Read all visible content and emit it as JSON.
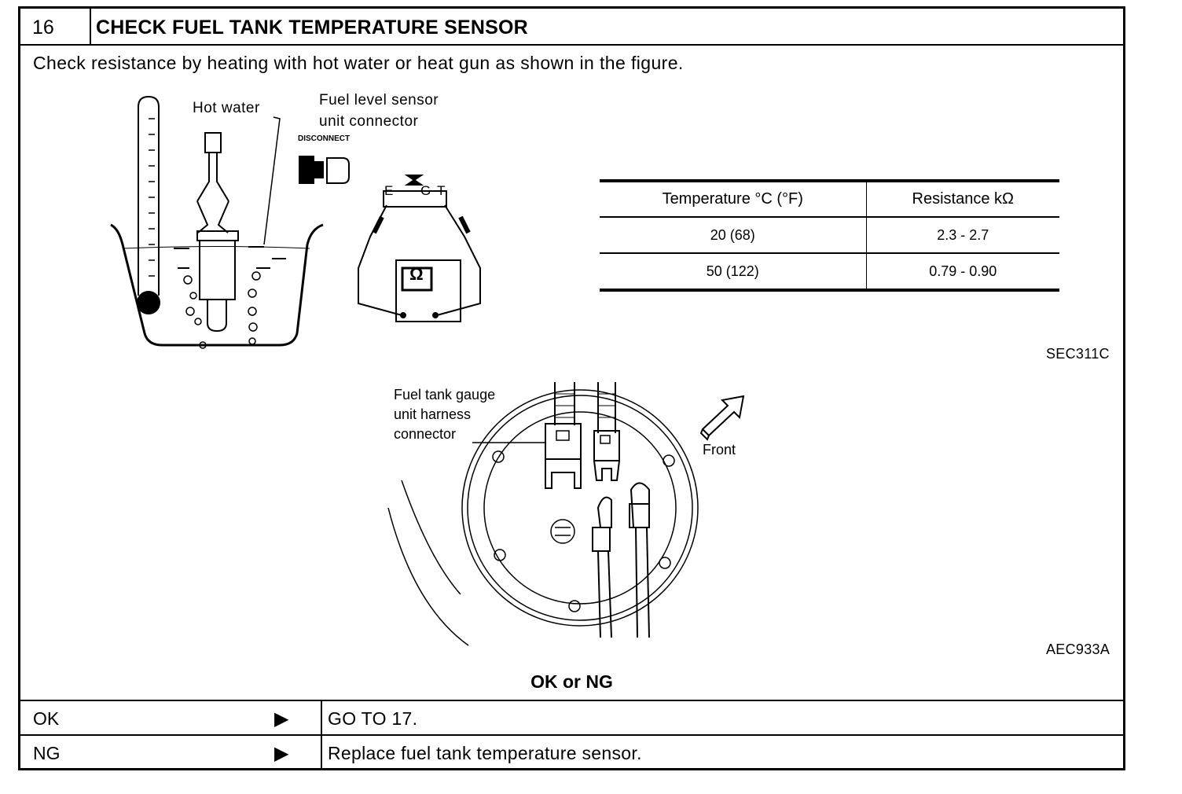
{
  "step": {
    "number": "16",
    "title": "CHECK FUEL TANK TEMPERATURE SENSOR",
    "instruction": "Check resistance by heating with hot water or heat gun as shown in the figure."
  },
  "figure1": {
    "hot_water_label": "Hot water",
    "sensor_label_line1": "Fuel level sensor",
    "sensor_label_line2": "unit connector",
    "disconnect_label": "DISCONNECT",
    "terminal_e": "E",
    "terminal_g": "G",
    "terminal_t": "T",
    "meter_symbol": "Ω",
    "code": "SEC311C"
  },
  "resistance_table": {
    "headers": [
      "Temperature °C (°F)",
      "Resistance kΩ"
    ],
    "rows": [
      [
        "20 (68)",
        "2.3 - 2.7"
      ],
      [
        "50 (122)",
        "0.79 - 0.90"
      ]
    ]
  },
  "figure2": {
    "connector_label_line1": "Fuel tank gauge",
    "connector_label_line2": "unit harness",
    "connector_label_line3": "connector",
    "front_label": "Front",
    "code": "AEC933A"
  },
  "decision": {
    "prompt": "OK or NG",
    "results": [
      {
        "key": "OK",
        "arrow": "▶",
        "action": "GO TO 17."
      },
      {
        "key": "NG",
        "arrow": "▶",
        "action": "Replace fuel tank temperature sensor."
      }
    ]
  }
}
